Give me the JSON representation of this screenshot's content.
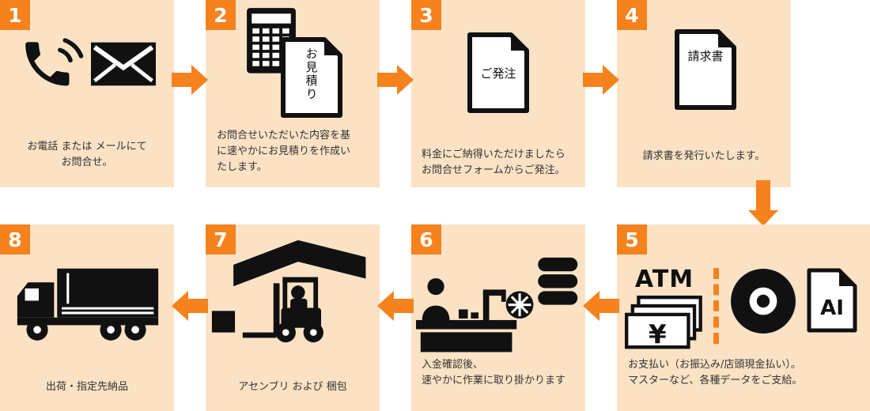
{
  "colors": {
    "card_bg": "#FBE2C4",
    "accent": "#F5821D",
    "text": "#333333",
    "ink": "#111111"
  },
  "steps": [
    {
      "number": "1",
      "text": "お電話 または メールにて\nお問合せ。"
    },
    {
      "number": "2",
      "text": "お問合せいただいた内容を基\nに速やかにお見積りを作成い\nたします。",
      "doc_label": "お見積り"
    },
    {
      "number": "3",
      "text": "料金にご納得いただけましたら\nお問合せフォームからご発注。",
      "doc_label": "ご発注"
    },
    {
      "number": "4",
      "text": "請求書を発行いたします。",
      "doc_label": "請求書"
    },
    {
      "number": "5",
      "text": "お支払い（お振込み/店頭現金払い）。\nマスターなど、各種データをご支給。",
      "atm_label": "ATM",
      "bill_currency": "¥",
      "doc_label": "AI"
    },
    {
      "number": "6",
      "text": "入金確認後、\n速やかに作業に取り掛かります"
    },
    {
      "number": "7",
      "text": "アセンブリ および 梱包"
    },
    {
      "number": "8",
      "text": "出荷・指定先納品"
    }
  ]
}
